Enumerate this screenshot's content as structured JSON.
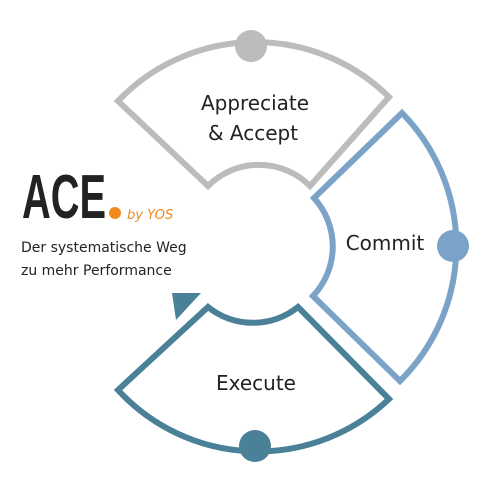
{
  "brand": {
    "title": "ACE",
    "by_line": "by YOS",
    "accent_color": "#f08a1c",
    "tagline_line1": "Der systematische Weg",
    "tagline_line2": "zu mehr Performance"
  },
  "cycle": {
    "segments": [
      {
        "id": "appreciate",
        "label_line1": "Appreciate",
        "label_line2": "& Accept",
        "color": "#bcbcbc"
      },
      {
        "id": "commit",
        "label_line1": "Commit",
        "label_line2": "",
        "color": "#7ba3c8"
      },
      {
        "id": "execute",
        "label_line1": "Execute",
        "label_line2": "",
        "color": "#4a8098"
      }
    ],
    "arrow_icon": "cycle-arrow-icon"
  }
}
